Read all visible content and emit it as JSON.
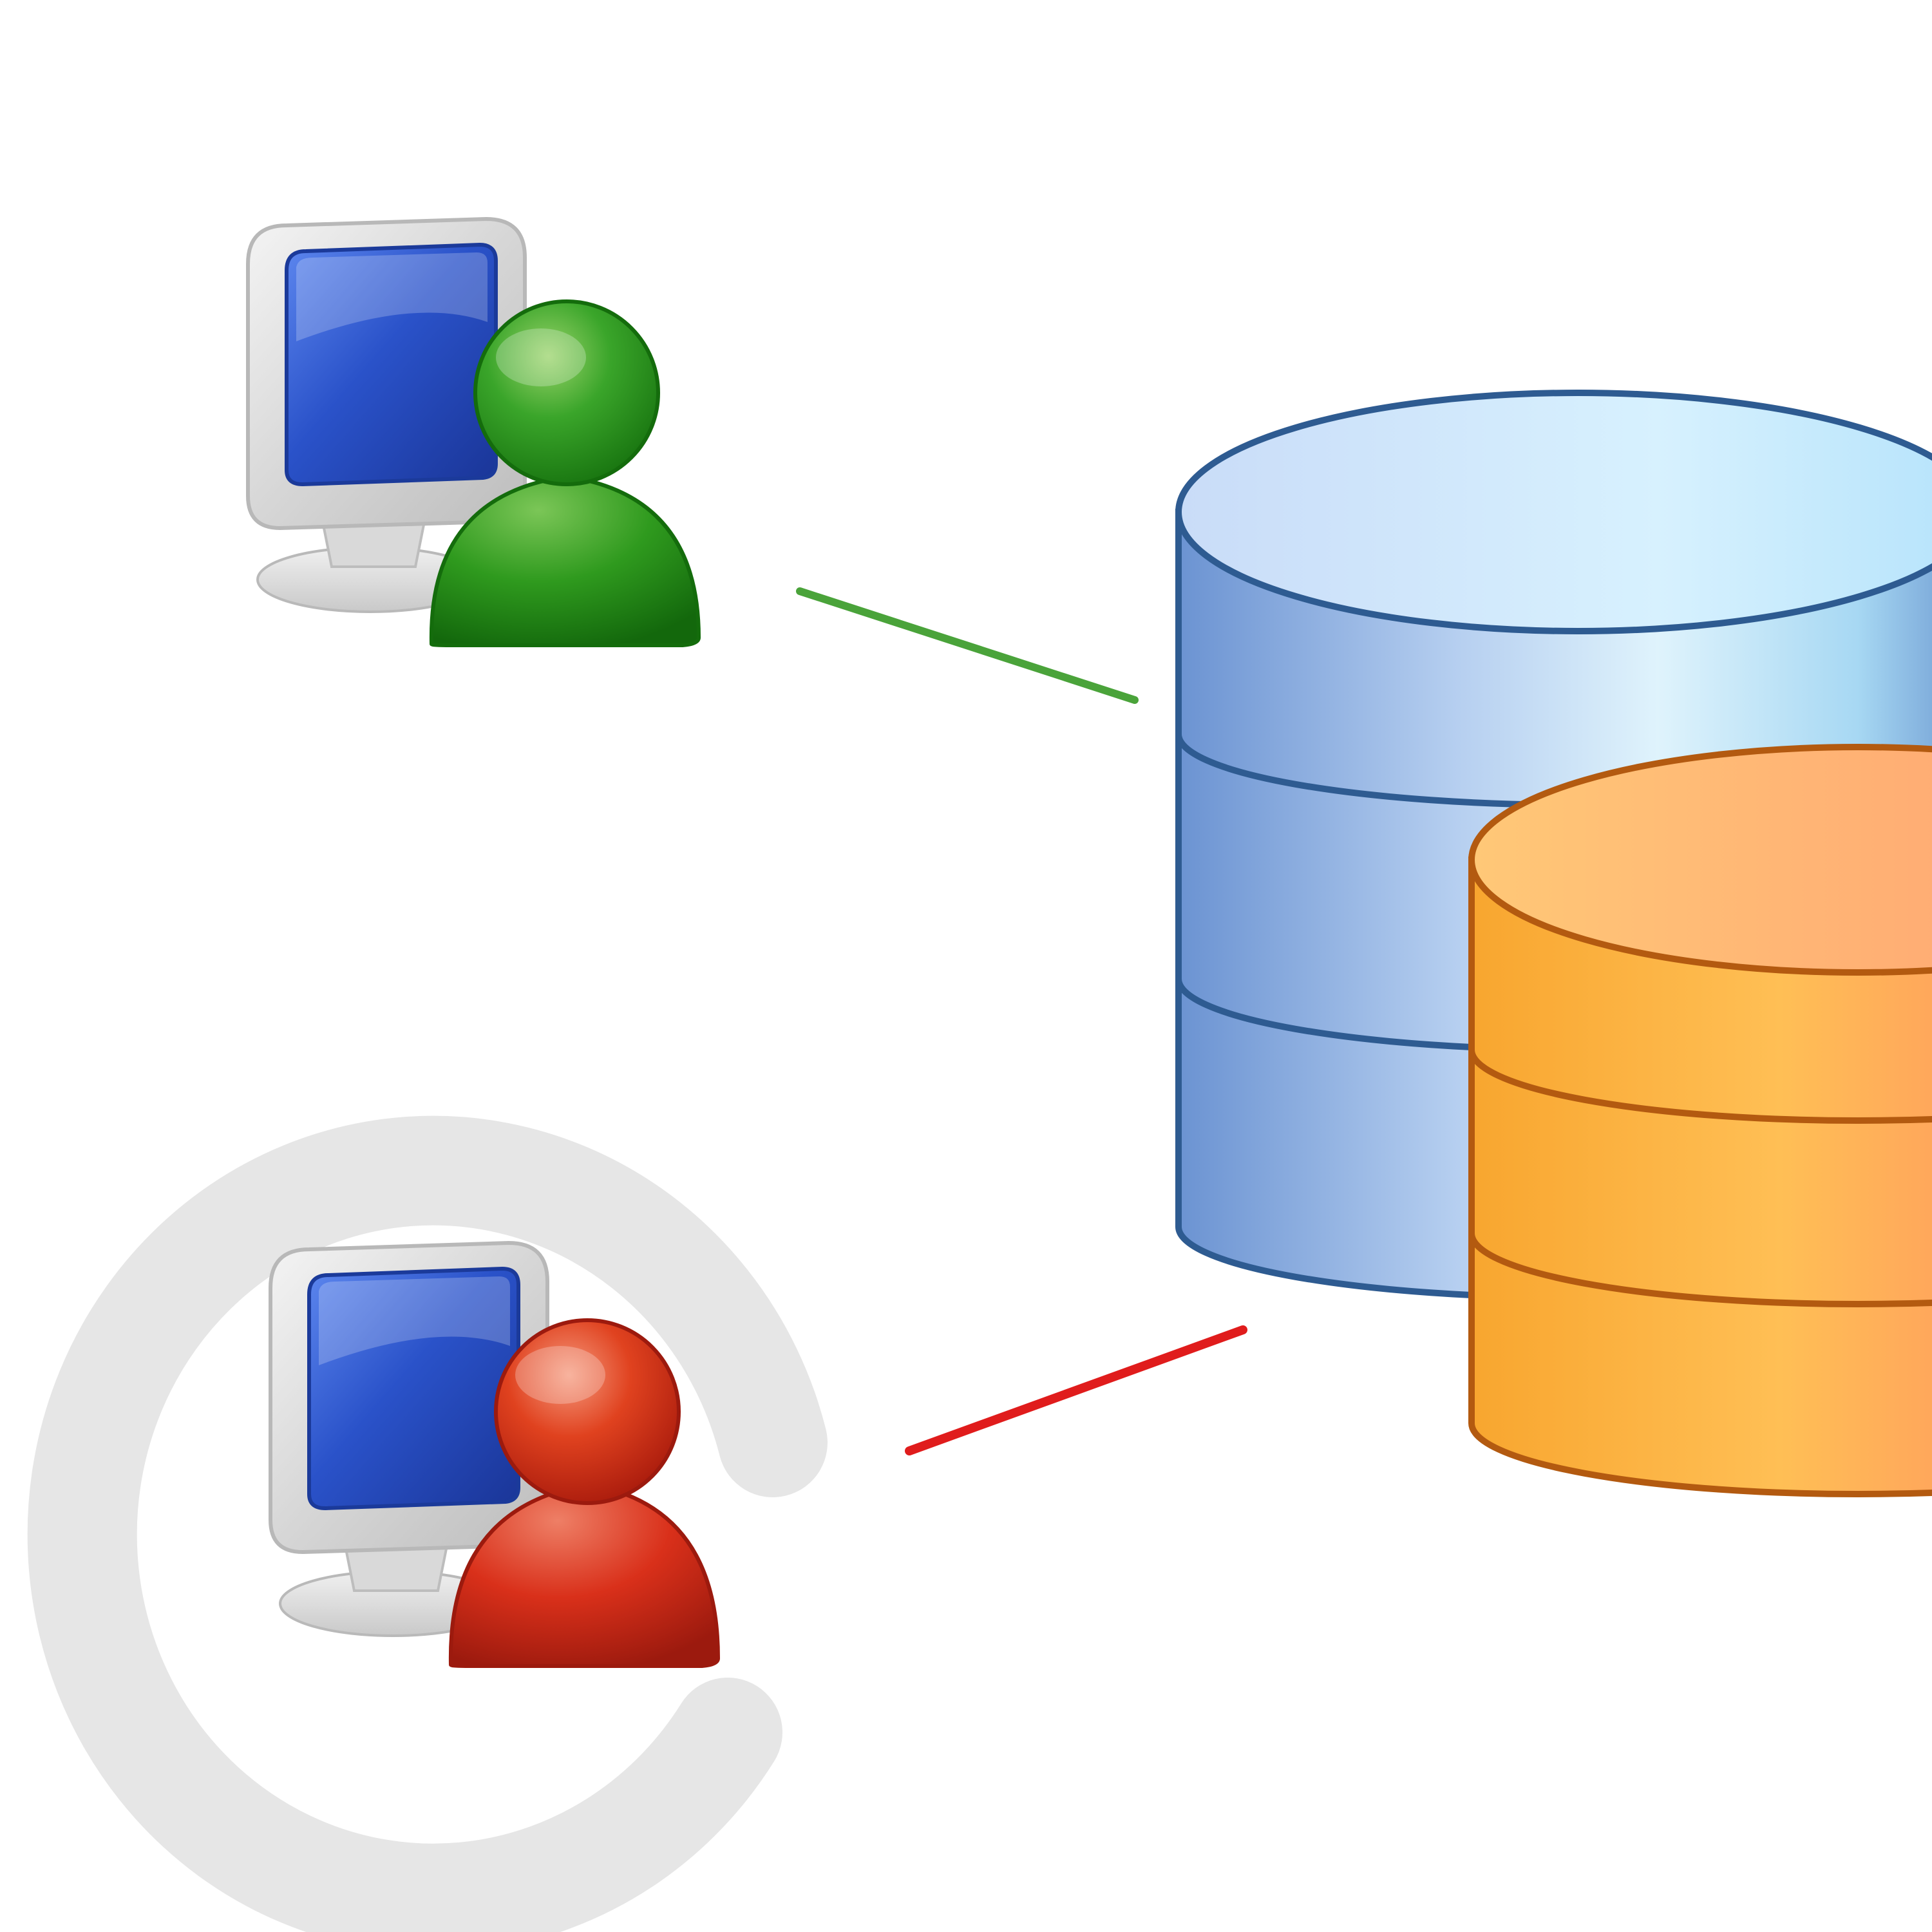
{
  "diagram": {
    "nodes": [
      {
        "id": "user-green",
        "kind": "user-workstation",
        "icon": "computer-user-icon",
        "person_color": "#2f9a1e",
        "status": "allowed",
        "highlighted": false
      },
      {
        "id": "user-red",
        "kind": "user-workstation",
        "icon": "computer-user-icon",
        "person_color": "#d9301a",
        "status": "blocked",
        "highlighted": true
      },
      {
        "id": "db-blue",
        "kind": "database",
        "icon": "database-icon",
        "color": "#7fa8dc"
      },
      {
        "id": "db-orange",
        "kind": "database",
        "icon": "database-icon",
        "color": "#f7a73a"
      }
    ],
    "edges": [
      {
        "from": "user-green",
        "to": "db-blue",
        "color": "#4aa33a"
      },
      {
        "from": "user-red",
        "to": "db-orange",
        "color": "#e01c1c"
      }
    ],
    "colors": {
      "monitor_screen": "#2a52c9",
      "monitor_bezel": "#d8d8d8",
      "highlight_ring": "#e6e6e6",
      "db_blue_outline": "#2e5b91",
      "db_orange_outline": "#b35a10"
    }
  }
}
